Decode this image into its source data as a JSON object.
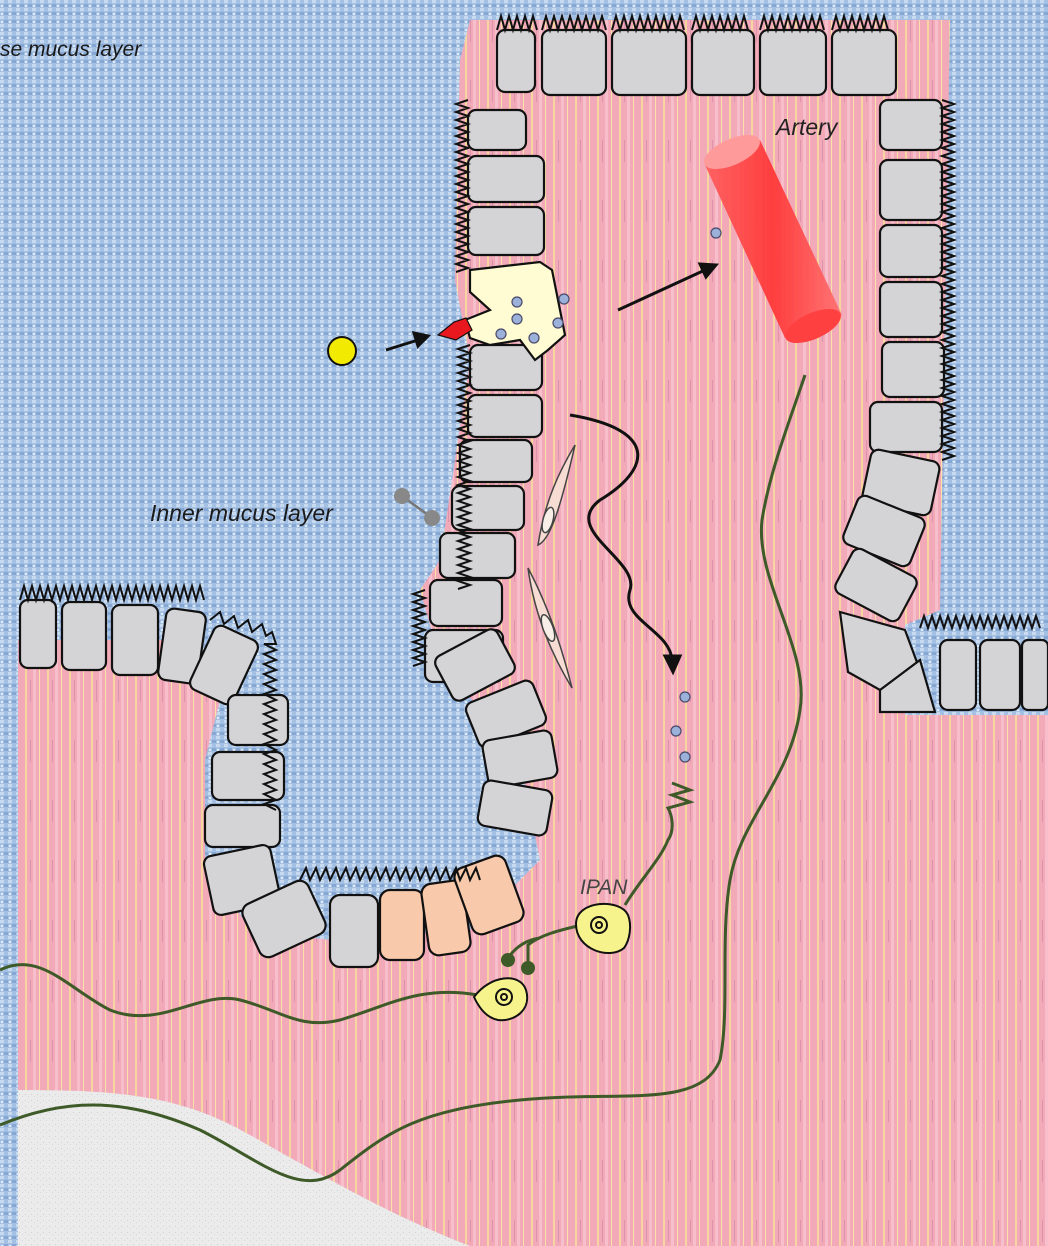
{
  "labels": {
    "loose_mucus": "se mucus layer",
    "inner_mucus": "Inner mucus layer",
    "artery": "Artery",
    "ipan": "IPAN"
  },
  "colors": {
    "mucus_blue": "#9dbbe0",
    "mucus_dark": "#5f86b8",
    "tissue_pink": "#f2aab8",
    "tissue_stripe": "#f7e39a",
    "cell_grey": "#d4d4d7",
    "enteroendocrine_yellow": "#fffbd2",
    "stem_cell_peach": "#f8c9ab",
    "artery_red": "#ff4a4a",
    "nerve_green": "#3e5a28",
    "neuron_yellow": "#f7f38c",
    "stimulus_yellow": "#f2ea00",
    "receptor_red": "#e8181e",
    "secreted_granule_blue": "#9bb1d9",
    "submucosa_grey": "#e9e9e9"
  },
  "icons": [
    "stimulus-particle",
    "receptor",
    "enteroendocrine-cell",
    "secreted-granule",
    "artery-cylinder",
    "fibroblast-cell",
    "nerve-fiber",
    "ipan-neuron"
  ]
}
